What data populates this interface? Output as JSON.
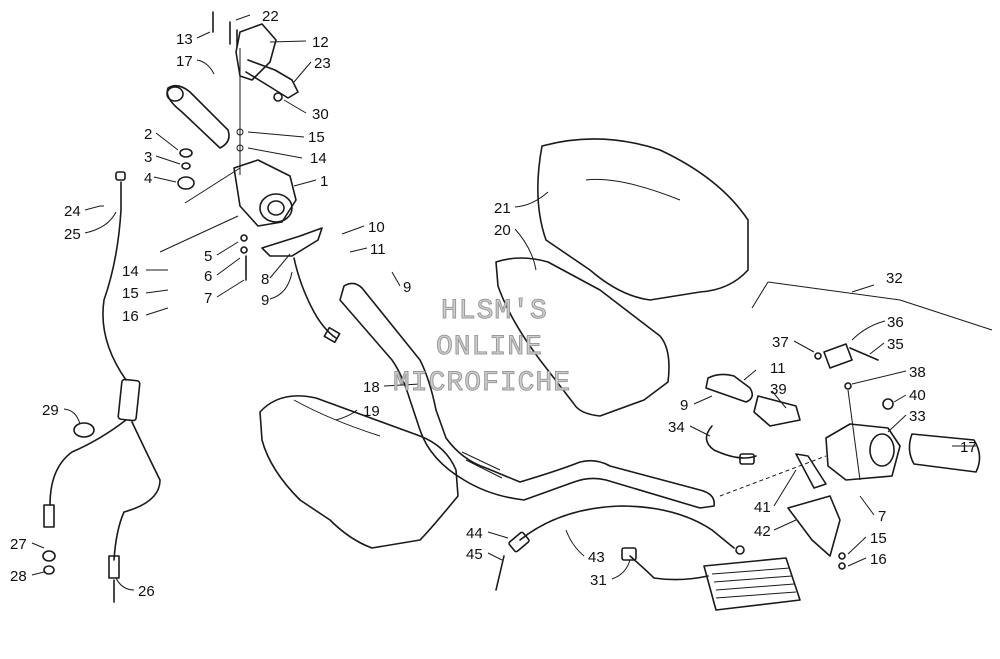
{
  "watermark": {
    "line1": "HLSM'S",
    "line2": "ONLINE",
    "line3": "MICROFICHE"
  },
  "callouts": [
    {
      "id": "c22a",
      "text": "22"
    },
    {
      "id": "c13",
      "text": "13"
    },
    {
      "id": "c12",
      "text": "12"
    },
    {
      "id": "c17a",
      "text": "17"
    },
    {
      "id": "c23",
      "text": "23"
    },
    {
      "id": "c30",
      "text": "30"
    },
    {
      "id": "c2",
      "text": "2"
    },
    {
      "id": "c15a",
      "text": "15"
    },
    {
      "id": "c3",
      "text": "3"
    },
    {
      "id": "c14a",
      "text": "14"
    },
    {
      "id": "c4",
      "text": "4"
    },
    {
      "id": "c1",
      "text": "1"
    },
    {
      "id": "c24",
      "text": "24"
    },
    {
      "id": "c25",
      "text": "25"
    },
    {
      "id": "c10",
      "text": "10"
    },
    {
      "id": "c5",
      "text": "5"
    },
    {
      "id": "c11a",
      "text": "11"
    },
    {
      "id": "c14b",
      "text": "14"
    },
    {
      "id": "c6",
      "text": "6"
    },
    {
      "id": "c15b",
      "text": "15"
    },
    {
      "id": "c7a",
      "text": "7"
    },
    {
      "id": "c8",
      "text": "8"
    },
    {
      "id": "c9a",
      "text": "9"
    },
    {
      "id": "c16a",
      "text": "16"
    },
    {
      "id": "c9b",
      "text": "9"
    },
    {
      "id": "c21",
      "text": "21"
    },
    {
      "id": "c20",
      "text": "20"
    },
    {
      "id": "c32",
      "text": "32"
    },
    {
      "id": "c36",
      "text": "36"
    },
    {
      "id": "c37",
      "text": "37"
    },
    {
      "id": "c35",
      "text": "35"
    },
    {
      "id": "c11b",
      "text": "11"
    },
    {
      "id": "c38",
      "text": "38"
    },
    {
      "id": "c39",
      "text": "39"
    },
    {
      "id": "c40",
      "text": "40"
    },
    {
      "id": "c18",
      "text": "18"
    },
    {
      "id": "c19",
      "text": "19"
    },
    {
      "id": "c9c",
      "text": "9"
    },
    {
      "id": "c33",
      "text": "33"
    },
    {
      "id": "c29",
      "text": "29"
    },
    {
      "id": "c17b",
      "text": "17"
    },
    {
      "id": "c34",
      "text": "34"
    },
    {
      "id": "c41",
      "text": "41"
    },
    {
      "id": "c7b",
      "text": "7"
    },
    {
      "id": "c42",
      "text": "42"
    },
    {
      "id": "c44",
      "text": "44"
    },
    {
      "id": "c15c",
      "text": "15"
    },
    {
      "id": "c27",
      "text": "27"
    },
    {
      "id": "c45",
      "text": "45"
    },
    {
      "id": "c43",
      "text": "43"
    },
    {
      "id": "c16b",
      "text": "16"
    },
    {
      "id": "c28",
      "text": "28"
    },
    {
      "id": "c31",
      "text": "31"
    },
    {
      "id": "c26",
      "text": "26"
    }
  ]
}
